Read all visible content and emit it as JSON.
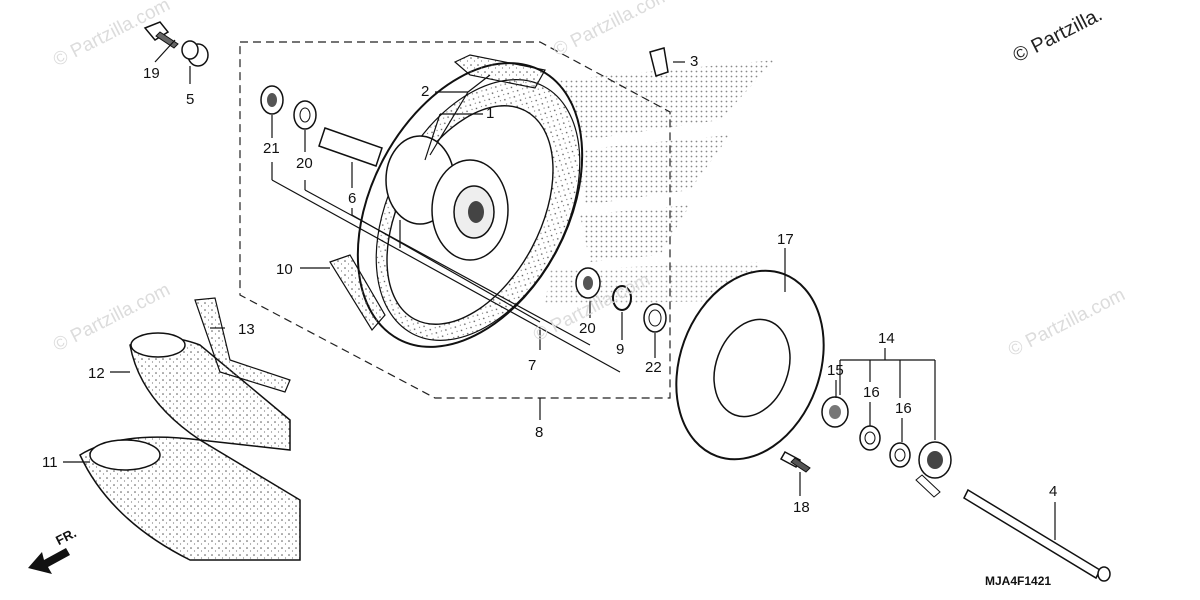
{
  "watermarks": {
    "corner": "© Partzilla.",
    "faint": "© Partzilla.com"
  },
  "diagram_code": "MJA4F1421",
  "front_marker": "FR.",
  "callouts": {
    "p1": "1",
    "p2": "2",
    "p3": "3",
    "p4": "4",
    "p5": "5",
    "p6": "6",
    "p7": "7",
    "p8": "8",
    "p9": "9",
    "p10": "10",
    "p11": "11",
    "p12": "12",
    "p13": "13",
    "p14": "14",
    "p15": "15",
    "p16a": "16",
    "p16b": "16",
    "p17": "17",
    "p18": "18",
    "p19": "19",
    "p20a": "20",
    "p20b": "20",
    "p21": "21",
    "p22": "22"
  }
}
